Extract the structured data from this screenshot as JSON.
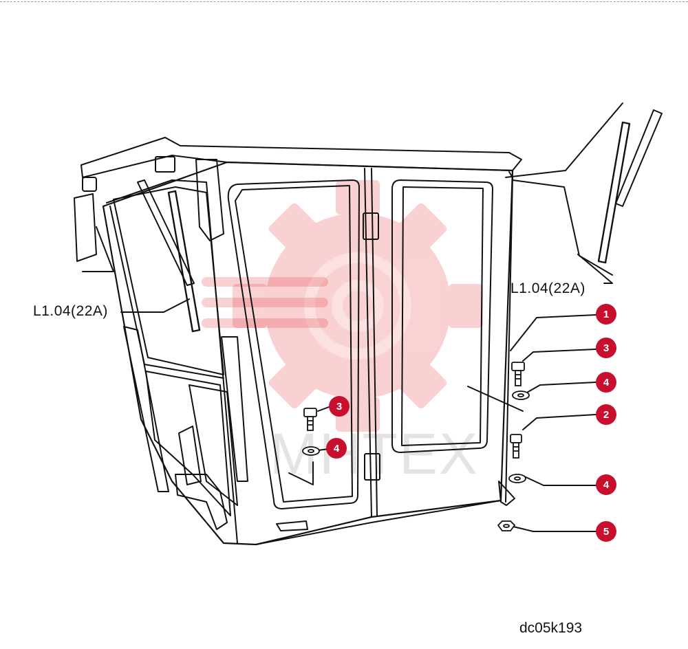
{
  "watermark": {
    "text": "MHTEX",
    "color": "#e31e24"
  },
  "reference_labels": {
    "left_wiper": "L1.04(22A)",
    "right_wiper": "L1.04(22A)"
  },
  "callouts": {
    "c1": "1",
    "c2": "2",
    "c3_right": "3",
    "c3_center": "3",
    "c4_right_upper": "4",
    "c4_right_lower": "4",
    "c4_center": "4",
    "c5": "5"
  },
  "drawing_code": "dc05k193",
  "colors": {
    "badge": "#c8102e",
    "line": "#111111"
  }
}
